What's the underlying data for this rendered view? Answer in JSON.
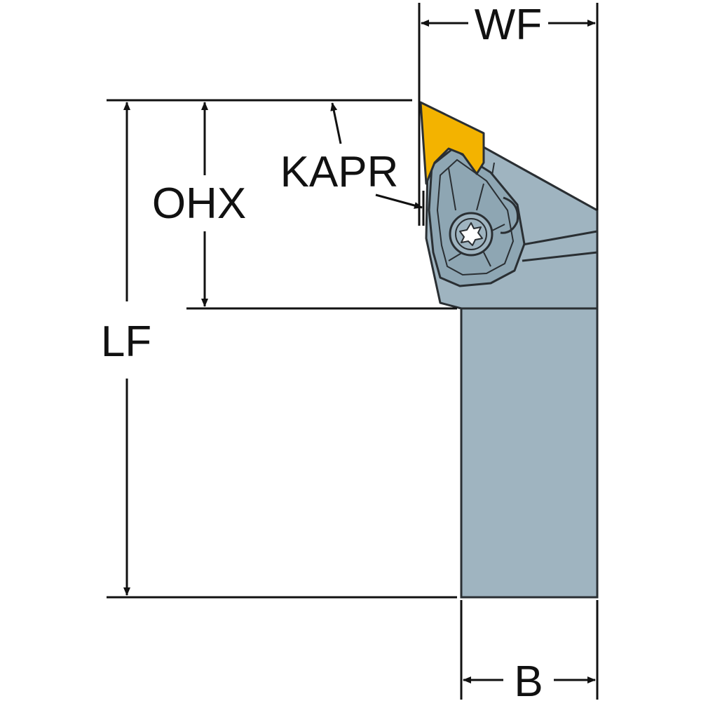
{
  "labels": {
    "wf": "WF",
    "kapr": "KAPR",
    "ohx": "OHX",
    "lf": "LF",
    "b": "B"
  },
  "colors": {
    "line": "#111111",
    "tool_body": "#9fb4c0",
    "tool_body_dark": "#7f98a6",
    "tool_outline": "#2a2f33",
    "insert": "#f3b300",
    "background": "#ffffff"
  },
  "icons": {
    "screw": "torx-screw-icon"
  }
}
